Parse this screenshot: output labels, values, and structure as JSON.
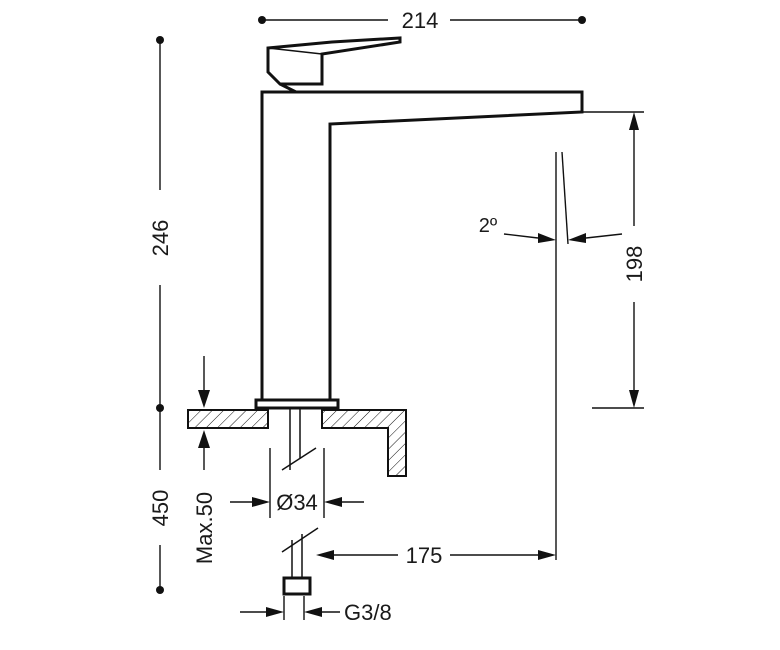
{
  "dimensions": {
    "overall_width": "214",
    "total_height": "246",
    "spout_height": "198",
    "spout_angle": "2º",
    "max_deck_thickness": "Max.50",
    "hole_diameter": "Ø34",
    "hose_length": "450",
    "spout_reach": "175",
    "connection_thread": "G3/8"
  },
  "colors": {
    "line": "#111111",
    "background": "#ffffff"
  }
}
